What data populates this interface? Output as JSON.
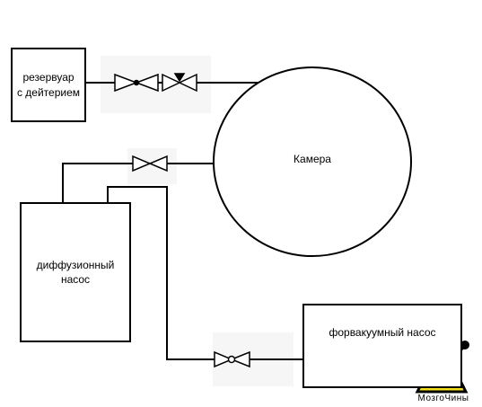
{
  "nodes": {
    "reservoir": "резервуар\nс дейтерием",
    "chamber": "Камера",
    "diffusion_pump": "диффузионный\nнасос",
    "forevacuum_pump": "форвакуумный насос"
  },
  "logo": {
    "caption": "МозгоЧины"
  },
  "colors": {
    "line": "#000000",
    "background": "#ffffff",
    "logo_yellow": "#f5e21a"
  },
  "icons": [
    "gate-valve-icon",
    "needle-valve-icon",
    "mozgochiny-logo-icon"
  ]
}
